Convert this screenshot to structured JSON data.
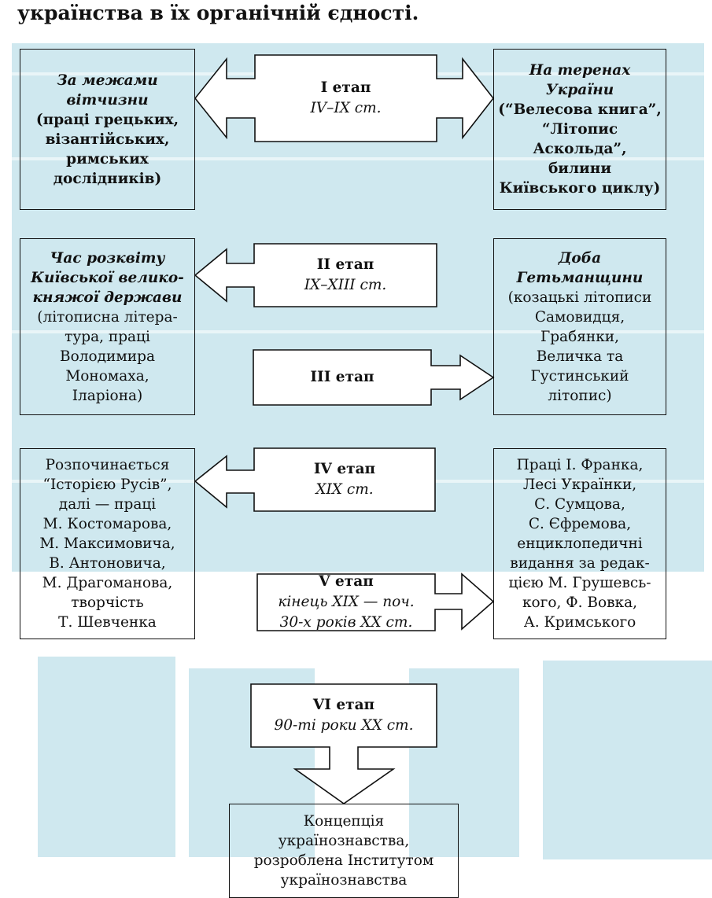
{
  "intro_text": "українства в їх органічній єдності.",
  "colors": {
    "watermark": "#cfe8ef",
    "line": "#111111"
  },
  "stages": [
    {
      "id": "I",
      "name": "I етап",
      "dates": "IV–IX ст."
    },
    {
      "id": "II",
      "name": "II етап",
      "dates": "IX–XIII ст."
    },
    {
      "id": "III",
      "name": "III етап",
      "dates": ""
    },
    {
      "id": "IV",
      "name": "IV етап",
      "dates": "XIX ст."
    },
    {
      "id": "V",
      "name": "V етап",
      "dates": "кінець XIX — поч.\n30-х років XX ст."
    },
    {
      "id": "VI",
      "name": "VI етап",
      "dates": "90-ті роки XX ст."
    }
  ],
  "boxes": {
    "abroad": {
      "title": "За межами\nвітчизни",
      "body": "(праці грецьких,\nвізантійських,\nримських\nдослідників)"
    },
    "ukraine": {
      "title": "На теренах\nУкраїни",
      "body": "(“Велесова книга”,\n“Літопис\nАскольда”,\nбилини\nКиївського циклу)"
    },
    "kyiv": {
      "title": "Час розквіту\nКиївської велико-\nкняжої держави",
      "body": "(літописна літера-\nтура, праці\nВолодимира\nМономаха,\nІларіона)"
    },
    "hetman": {
      "title": "Доба\nГетьманщини",
      "body": "(козацькі літописи\nСамовидця,\nГрабянки,\nВеличка та\nГустинський\nлітопис)"
    },
    "rusiv": {
      "body": "Розпочинається\n“Історією Русів”,\nдалі — праці\nМ. Костомарова,\nМ. Максимовича,\nВ. Антоновича,\nМ. Драгоманова,\nтворчість\nТ. Шевченка"
    },
    "franko": {
      "body": "Праці І. Франка,\nЛесі Українки,\nС. Сумцова,\nС. Єфремова,\nенциклопедичні\nвидання за редак-\nцією М. Грушевсь-\nкого, Ф. Вовка,\nА. Кримського"
    },
    "concept": {
      "body": "Концепція\nукраїнознавства,\nрозроблена Інститутом\nукраїнознавства"
    }
  }
}
